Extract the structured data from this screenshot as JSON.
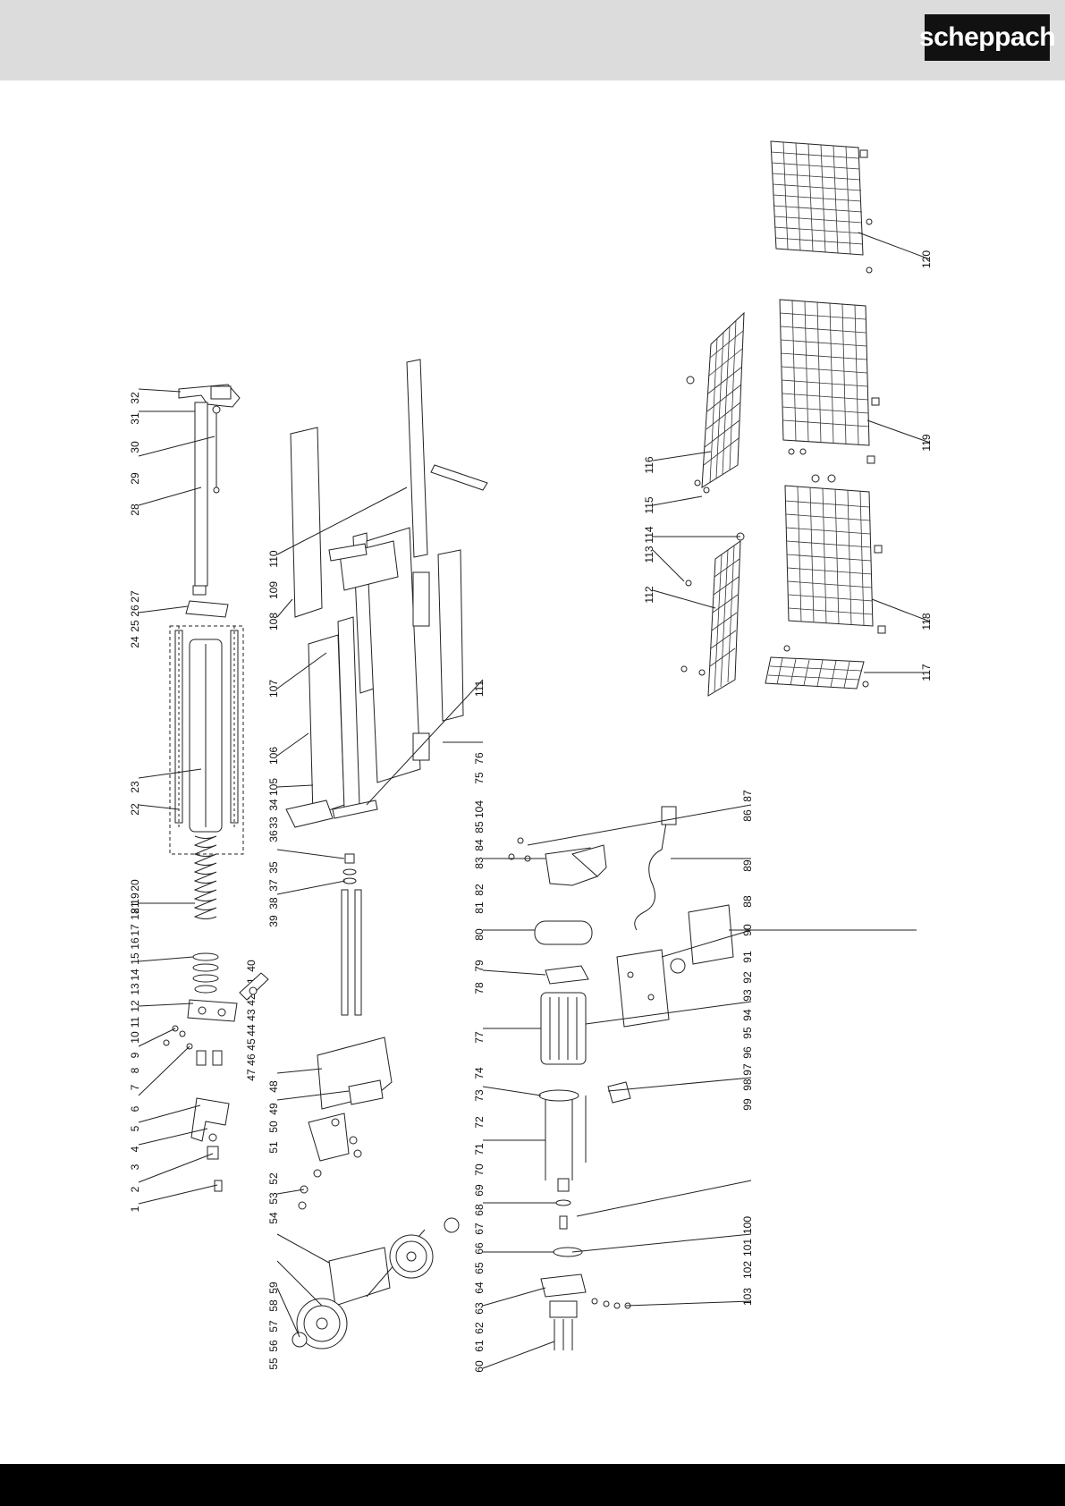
{
  "brand": {
    "logo_text": "scheppach"
  },
  "diagram": {
    "callouts": [
      "1",
      "2",
      "3",
      "4",
      "5",
      "6",
      "7",
      "8",
      "9",
      "10",
      "11",
      "12",
      "13",
      "14",
      "15",
      "16",
      "17",
      "18",
      "19",
      "20",
      "21",
      "22",
      "23",
      "24",
      "25",
      "26",
      "27",
      "28",
      "29",
      "30",
      "31",
      "32",
      "33",
      "34",
      "35",
      "36",
      "37",
      "38",
      "39",
      "40",
      "41",
      "42",
      "43",
      "44",
      "45",
      "46",
      "47",
      "48",
      "49",
      "50",
      "51",
      "52",
      "53",
      "54",
      "55",
      "56",
      "57",
      "58",
      "59",
      "60",
      "61",
      "62",
      "63",
      "64",
      "65",
      "66",
      "67",
      "68",
      "69",
      "70",
      "71",
      "72",
      "73",
      "74",
      "75",
      "76",
      "77",
      "78",
      "79",
      "80",
      "81",
      "82",
      "83",
      "84",
      "85",
      "86",
      "87",
      "88",
      "89",
      "90",
      "91",
      "92",
      "93",
      "94",
      "95",
      "96",
      "97",
      "98",
      "99",
      "100",
      "101",
      "102",
      "103",
      "104",
      "105",
      "106",
      "107",
      "108",
      "109",
      "110",
      "111",
      "112",
      "113",
      "114",
      "115",
      "116",
      "117",
      "118",
      "119",
      "120"
    ]
  }
}
